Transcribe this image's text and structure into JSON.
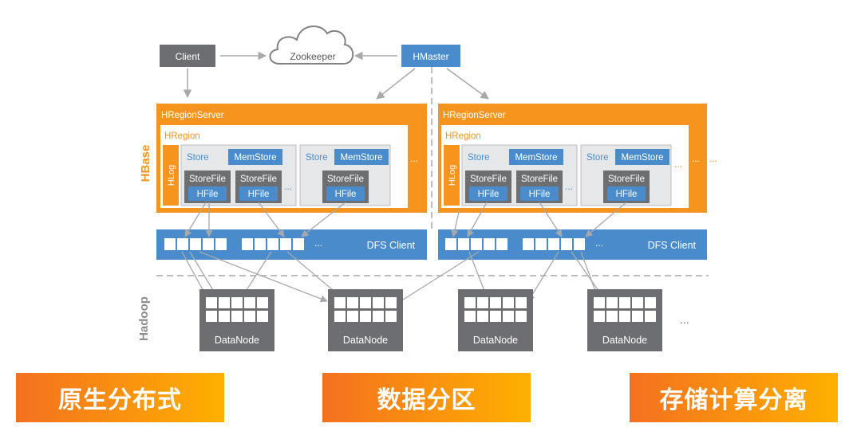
{
  "top": {
    "client": "Client",
    "zookeeper": "Zookeeper",
    "hmaster": "HMaster"
  },
  "side_labels": {
    "hbase": "HBase",
    "hadoop": "Hadoop"
  },
  "servers": [
    {
      "title": "HRegionServer",
      "region": "HRegion",
      "hlog": "HLog",
      "stores": [
        {
          "store": "Store",
          "memstore": "MemStore",
          "storefiles": [
            {
              "name": "StoreFile",
              "hfile": "HFile"
            },
            {
              "name": "StoreFile",
              "hfile": "HFile"
            }
          ],
          "more": "..."
        },
        {
          "store": "Store",
          "memstore": "MemStore",
          "storefiles": [
            {
              "name": "StoreFile",
              "hfile": "HFile"
            }
          ]
        }
      ],
      "region_more": "...",
      "dfs_client": "DFS Client",
      "dfs_more": "..."
    },
    {
      "title": "HRegionServer",
      "region": "HRegion",
      "hlog": "HLog",
      "stores": [
        {
          "store": "Store",
          "memstore": "MemStore",
          "storefiles": [
            {
              "name": "StoreFile",
              "hfile": "HFile"
            },
            {
              "name": "StoreFile",
              "hfile": "HFile"
            }
          ],
          "more": "..."
        },
        {
          "store": "Store",
          "memstore": "MemStore",
          "storefiles": [
            {
              "name": "StoreFile",
              "hfile": "HFile"
            }
          ]
        }
      ],
      "region_more": "...",
      "server_more": "...",
      "dfs_client": "DFS Client",
      "dfs_more": "..."
    }
  ],
  "datanodes": [
    "DataNode",
    "DataNode",
    "DataNode",
    "DataNode"
  ],
  "datanode_more": "...",
  "bottom_labels": [
    "原生分布式",
    "数据分区",
    "存储计算分离"
  ],
  "colors": {
    "orange": "#f7941d",
    "blue": "#4a8ccb",
    "gray": "#6d6e71",
    "lightgray": "#e6e7e8",
    "label_gradient_start": "#f4711f",
    "label_gradient_end": "#ffb000"
  }
}
